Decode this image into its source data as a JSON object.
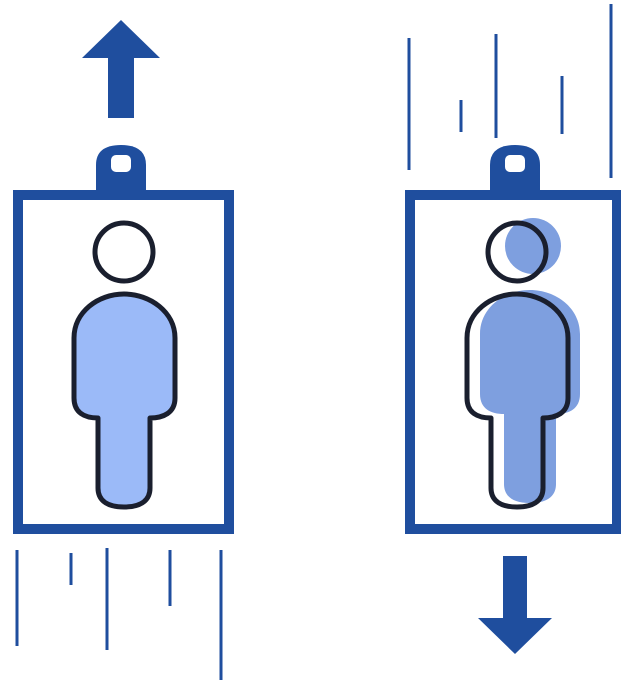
{
  "illustration": {
    "colors": {
      "frame": "#1f4e9e",
      "outline": "#1a1f2e",
      "figure_fill": "#9bbaf8",
      "shadow_fill": "#7e9fdf",
      "background": "#ffffff"
    },
    "elevators": [
      {
        "id": "up",
        "direction_icon": "arrow-up-icon",
        "passenger_icon": "person-icon"
      },
      {
        "id": "down",
        "direction_icon": "arrow-down-icon",
        "passenger_icon": "person-icon",
        "motion_effect": "blurred-person-shadow"
      }
    ],
    "motion_lines_icon": "speed-lines-icon"
  }
}
